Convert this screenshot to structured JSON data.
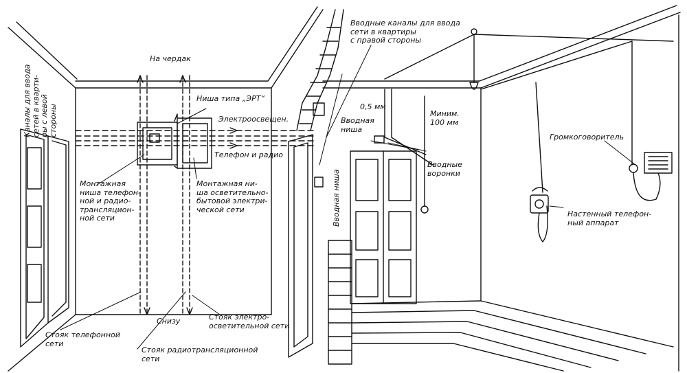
{
  "labels": {
    "left_channels": "Каналы для ввода\nсетей в кварти-\nры с левой\nстороны",
    "attic": "На чердак",
    "niche_ert": "Ниша типа „ЭРТ“",
    "lighting": "Электроосвещен.",
    "phone_radio": "Телефон и радио",
    "input_channels_right": "Вводные каналы для ввода\nсети в квартиры\nс правой стороны",
    "gap_05": "0,5 мм",
    "gap_min": "Миним.\n100 мм",
    "input_niche": "Вводная\nниша",
    "input_niche_vertical": "Вводная ниша",
    "input_funnels": "Вводные\nворонки",
    "loudspeaker": "Громкоговоритель",
    "wall_phone": "Настенный телефон-\nный аппарат",
    "mount_niche_phone": "Монтажная\nниша телефон-\nной и радио-\nтрансляцион-\nной сети",
    "mount_niche_light": "Монтажная ни-\nша осветительно-\nбытовой электри-\nческой сети",
    "from_below": "Снизу",
    "riser_phone": "Стояк телефонной\nсети",
    "riser_radio": "Стояк радиотрансляционной\nсети",
    "riser_electric": "Стояк электро-\nосветительной сети"
  }
}
